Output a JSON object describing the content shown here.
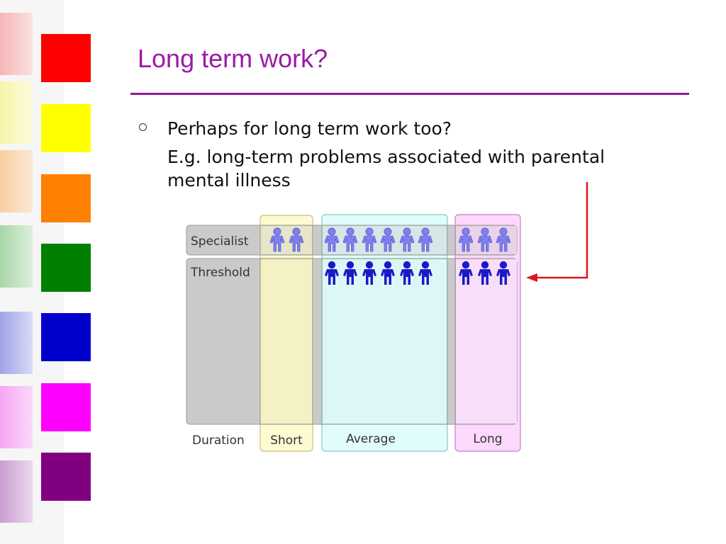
{
  "slide": {
    "title": "Long term work?",
    "bullet": "Perhaps for long term work too?",
    "sub_line1": "E.g. long-term problems associated with parental",
    "sub_line2": "mental illness"
  },
  "diagram": {
    "rows": {
      "specialist": "Specialist",
      "threshold": "Threshold",
      "duration": "Duration"
    },
    "columns": [
      {
        "label": "Short",
        "specialist": 2,
        "threshold": 0
      },
      {
        "label": "Average",
        "specialist": 6,
        "threshold": 6
      },
      {
        "label": "Long",
        "specialist": 3,
        "threshold": 3
      }
    ]
  },
  "colors": {
    "title": "#9b1aa6",
    "rule": "#8e1a9b",
    "arrow": "#e0151d",
    "specialist_figure": "#7f7ff0",
    "threshold_figure": "#1a1ac8",
    "short_fill": "#fdfbd2",
    "average_fill": "#e0fcfb",
    "long_fill": "#fcd8fc",
    "deco_squares": [
      "#ff0000",
      "#ffff00",
      "#ff8000",
      "#008000",
      "#0000cc",
      "#ff00ff",
      "#800080"
    ]
  }
}
